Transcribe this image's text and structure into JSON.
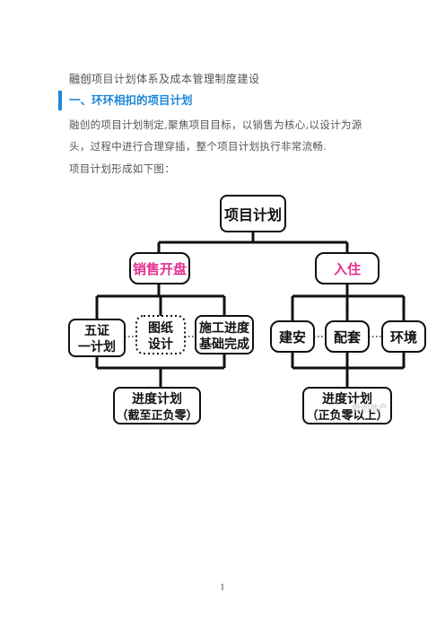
{
  "document": {
    "title_highlight": "融创",
    "title_rest": "项目计划体系及成本管理制度建设",
    "section_heading": "一、环环相扣的项目计划",
    "paragraph_line1": "融创的项目计划制定,聚焦项目目标，以销售为核心,以设计为源",
    "paragraph_line2": "头，过程中进行合理穿插，整个项目计划执行非常流畅.",
    "paragraph_line3": "项目计划形成如下图：",
    "page_number": "1"
  },
  "diagram": {
    "root": "项目计划",
    "branch_left": "销售开盘",
    "branch_right": "入住",
    "left_children": [
      {
        "line1": "五证",
        "line2": "一计划"
      },
      {
        "line1": "图纸",
        "line2": "设计"
      },
      {
        "line1": "施工进度",
        "line2": "基础完成"
      }
    ],
    "right_children": [
      "建安",
      "配套",
      "环境"
    ],
    "left_bottom": {
      "line1": "进度计划",
      "line2": "（截至正负零）"
    },
    "right_bottom": {
      "line1": "进度计划",
      "line2": "（正负零以上）"
    },
    "watermark": "融创地产"
  },
  "colors": {
    "accent_blue": "#1f86d6",
    "accent_pink": "#e4308e"
  }
}
